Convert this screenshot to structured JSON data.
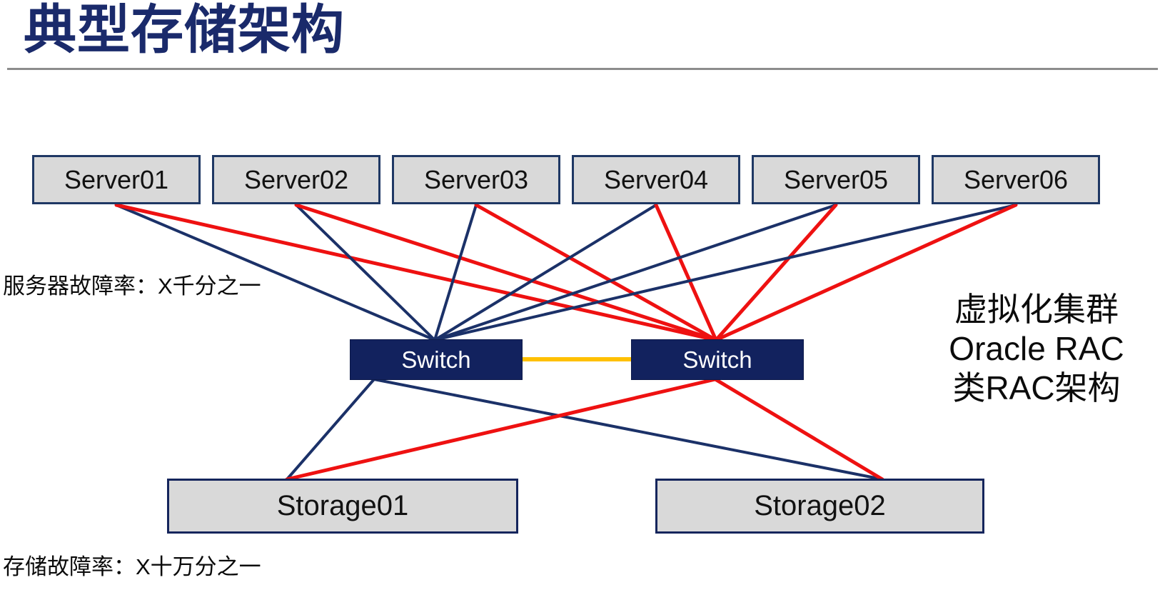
{
  "title": "典型存储架构",
  "labels": {
    "server_failure_rate": "服务器故障率：X千分之一",
    "storage_failure_rate": "存储故障率：X十万分之一"
  },
  "annotation": {
    "lines": [
      "虚拟化集群",
      "Oracle RAC",
      "类RAC架构"
    ]
  },
  "nodes": {
    "servers": [
      {
        "id": "server01",
        "label": "Server01"
      },
      {
        "id": "server02",
        "label": "Server02"
      },
      {
        "id": "server03",
        "label": "Server03"
      },
      {
        "id": "server04",
        "label": "Server04"
      },
      {
        "id": "server05",
        "label": "Server05"
      },
      {
        "id": "server06",
        "label": "Server06"
      }
    ],
    "switches": [
      {
        "id": "switch-left",
        "label": "Switch"
      },
      {
        "id": "switch-right",
        "label": "Switch"
      }
    ],
    "storages": [
      {
        "id": "storage01",
        "label": "Storage01"
      },
      {
        "id": "storage02",
        "label": "Storage02"
      }
    ]
  },
  "colors": {
    "title_navy": "#1A2A6B",
    "node_border_navy": "#1F3864",
    "node_fill_gray": "#D9D9D9",
    "switch_fill_navy": "#12225E",
    "navy_link": "#1B3168",
    "red_link": "#EE1111",
    "interconnect_orange": "#FFC000",
    "divider_gray": "#8C8C8C"
  },
  "edges": {
    "server_to_switch": [
      {
        "from": "server01",
        "to": "switch-left",
        "color": "navy"
      },
      {
        "from": "server01",
        "to": "switch-right",
        "color": "red"
      },
      {
        "from": "server02",
        "to": "switch-left",
        "color": "navy"
      },
      {
        "from": "server02",
        "to": "switch-right",
        "color": "red"
      },
      {
        "from": "server03",
        "to": "switch-left",
        "color": "navy"
      },
      {
        "from": "server03",
        "to": "switch-right",
        "color": "red"
      },
      {
        "from": "server04",
        "to": "switch-left",
        "color": "navy"
      },
      {
        "from": "server04",
        "to": "switch-right",
        "color": "red"
      },
      {
        "from": "server05",
        "to": "switch-left",
        "color": "navy"
      },
      {
        "from": "server05",
        "to": "switch-right",
        "color": "red"
      },
      {
        "from": "server06",
        "to": "switch-left",
        "color": "navy"
      },
      {
        "from": "server06",
        "to": "switch-right",
        "color": "red"
      }
    ],
    "switch_to_storage": [
      {
        "from": "switch-left",
        "to": "storage01",
        "color": "navy"
      },
      {
        "from": "switch-left",
        "to": "storage02",
        "color": "navy"
      },
      {
        "from": "switch-right",
        "to": "storage01",
        "color": "red"
      },
      {
        "from": "switch-right",
        "to": "storage02",
        "color": "red"
      }
    ],
    "switch_interconnect": {
      "from": "switch-left",
      "to": "switch-right",
      "color": "orange"
    }
  }
}
